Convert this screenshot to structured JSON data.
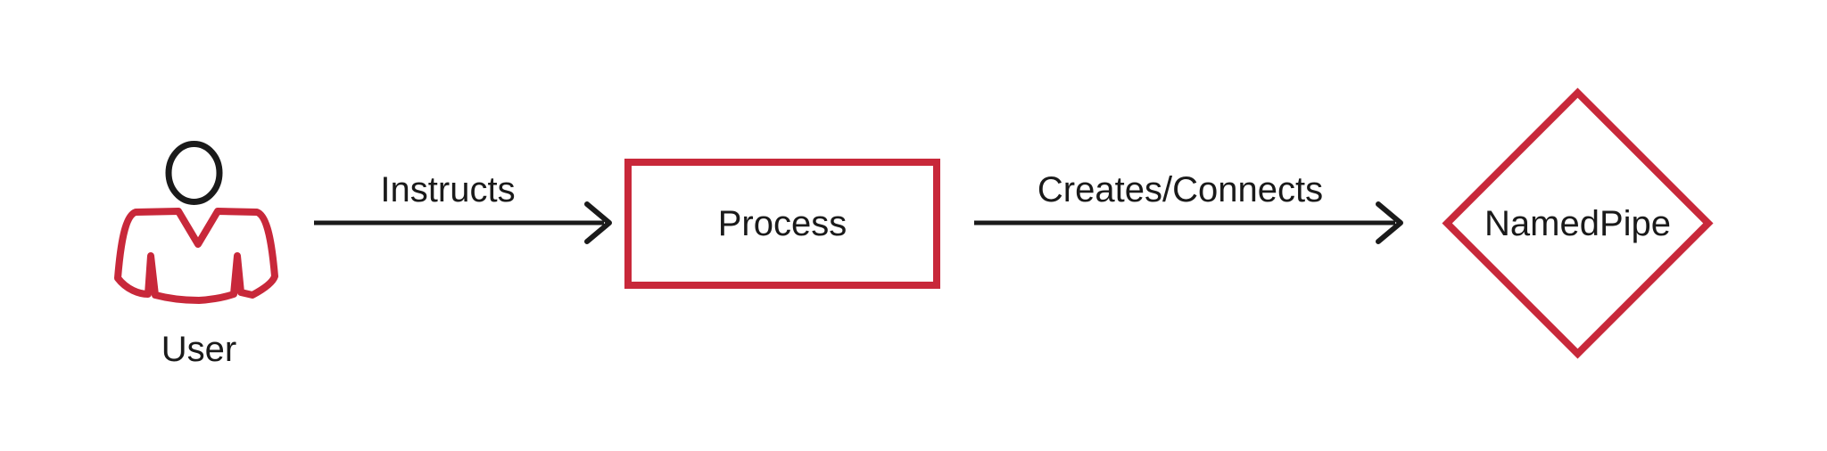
{
  "diagram": {
    "colors": {
      "red": "#C8283A",
      "ink": "#1A1A1A",
      "node_fill": "#FFFFFF",
      "background": "#FFFFFF"
    },
    "nodes": {
      "user": {
        "label": "User",
        "shape": "actor"
      },
      "process": {
        "label": "Process",
        "shape": "rectangle"
      },
      "namedpipe": {
        "label": "NamedPipe",
        "shape": "diamond"
      }
    },
    "edges": [
      {
        "label": "Instructs",
        "from": "user",
        "to": "process"
      },
      {
        "label": "Creates/Connects",
        "from": "process",
        "to": "namedpipe"
      }
    ]
  }
}
